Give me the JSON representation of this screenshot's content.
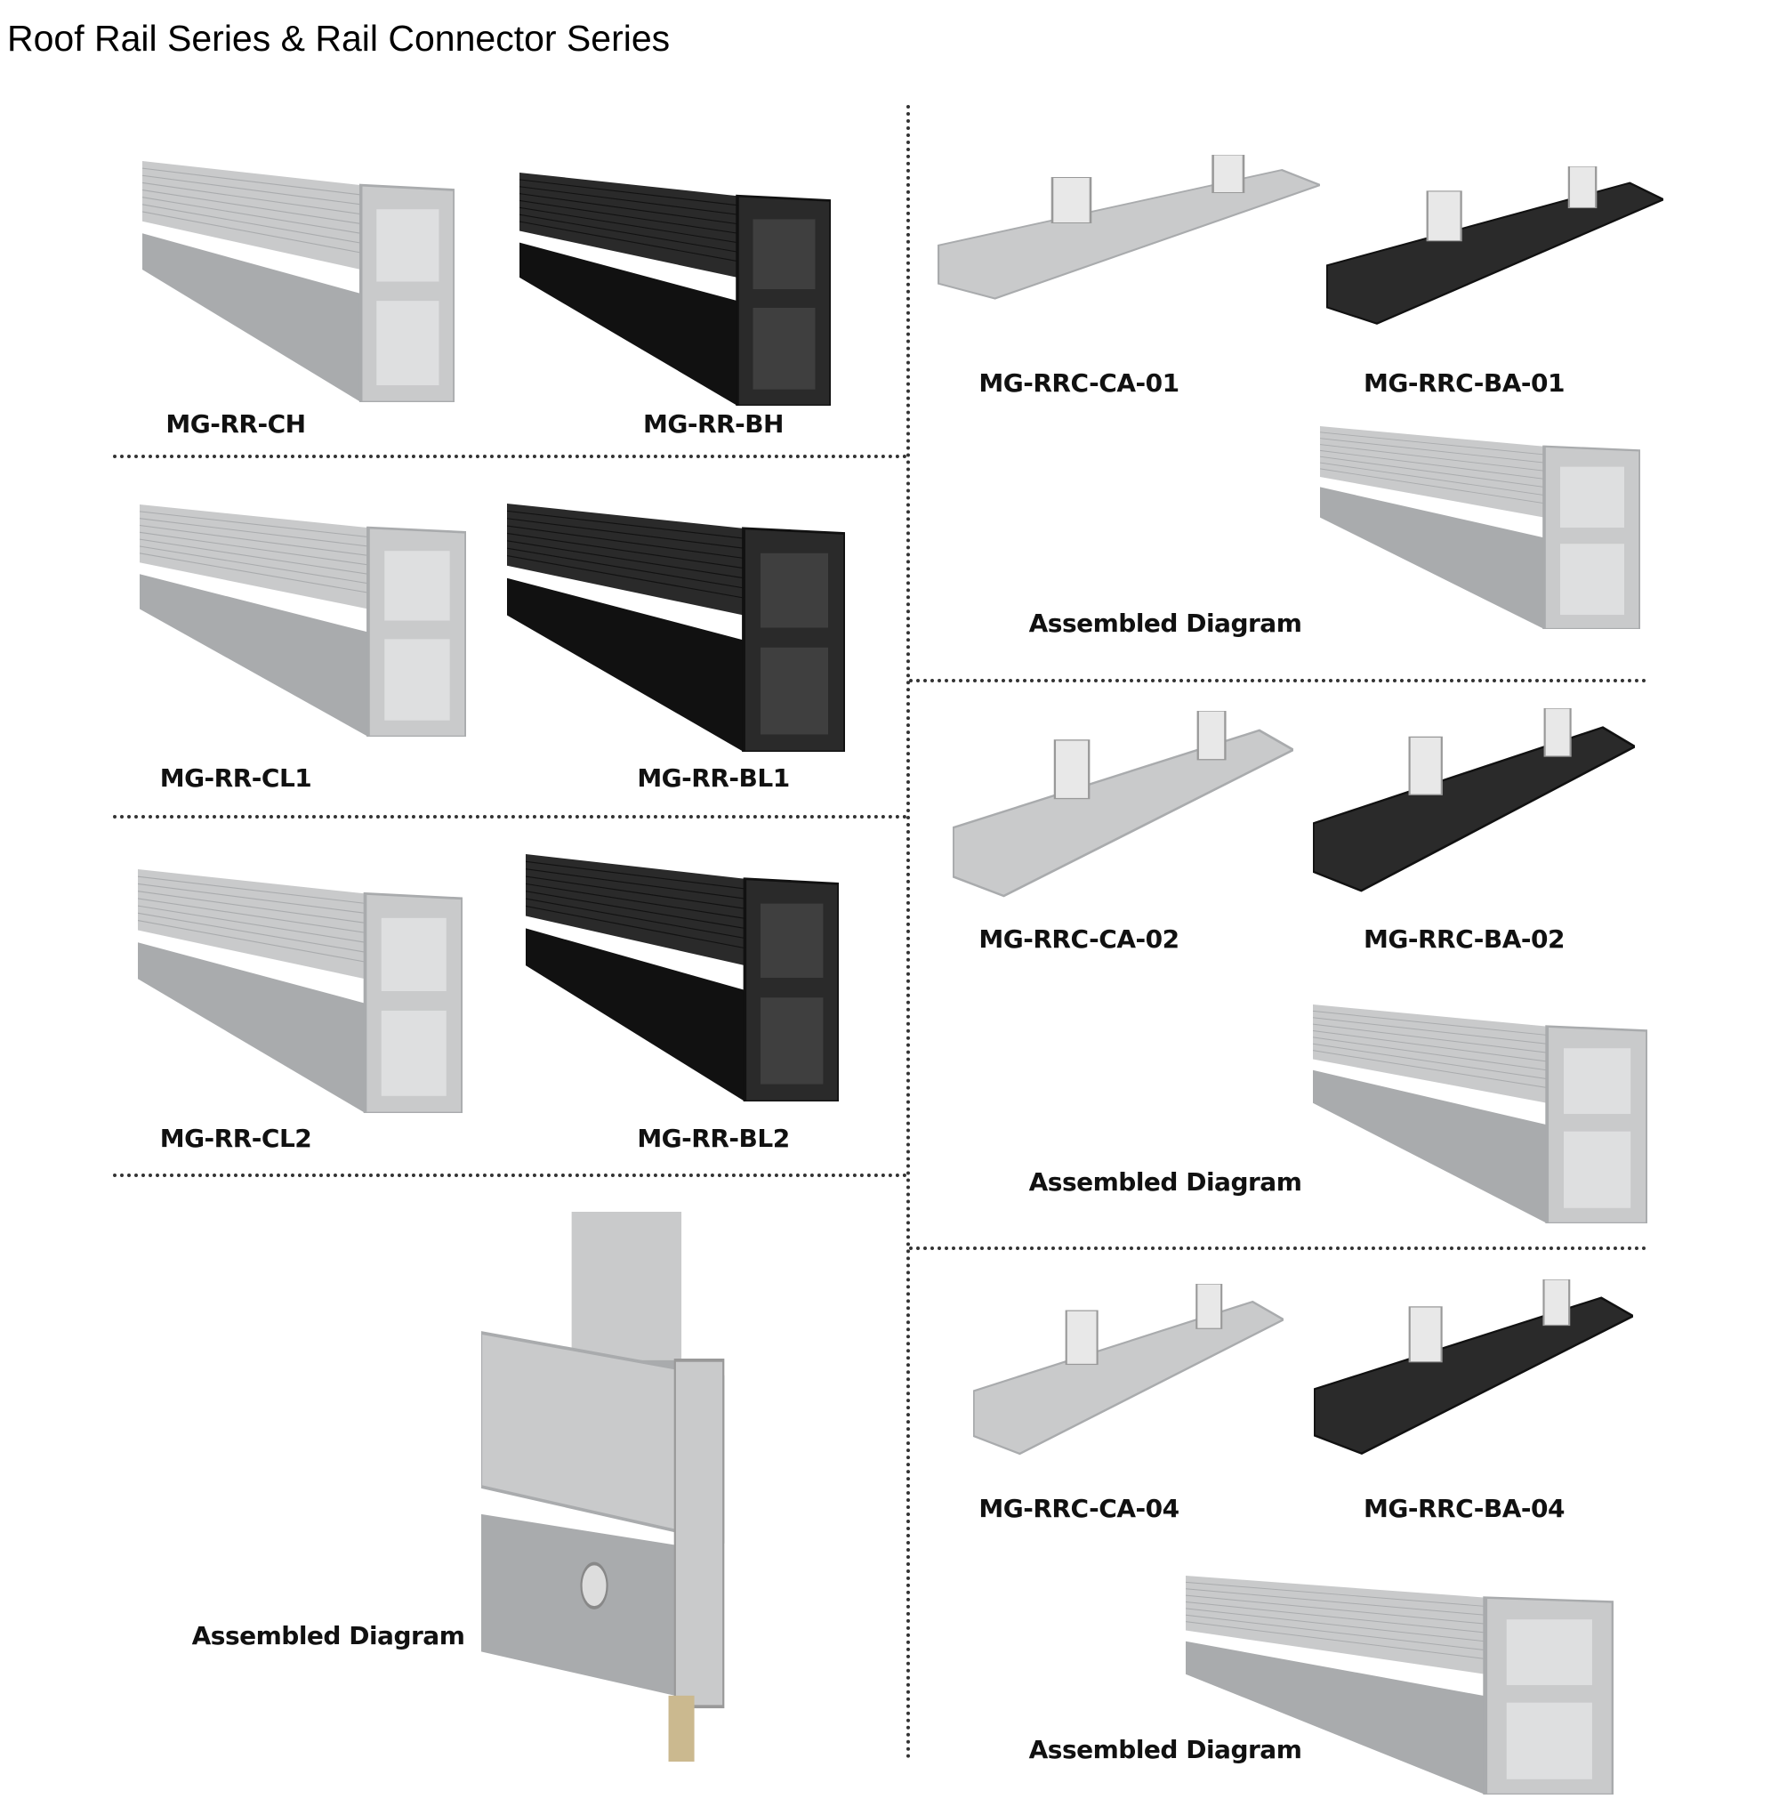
{
  "title": "Roof Rail Series & Rail Connector Series",
  "rails": {
    "ch": "MG-RR-CH",
    "bh": "MG-RR-BH",
    "cl1": "MG-RR-CL1",
    "bl1": "MG-RR-BL1",
    "cl2": "MG-RR-CL2",
    "bl2": "MG-RR-BL2",
    "assembled": "Assembled Diagram"
  },
  "connectors": {
    "ca01": "MG-RRC-CA-01",
    "ba01": "MG-RRC-BA-01",
    "assembled1": "Assembled Diagram",
    "ca02": "MG-RRC-CA-02",
    "ba02": "MG-RRC-BA-02",
    "assembled2": "Assembled Diagram",
    "ca04": "MG-RRC-CA-04",
    "ba04": "MG-RRC-BA-04",
    "assembled3": "Assembled Diagram"
  },
  "colors": {
    "silver": "#c9cacb",
    "silver_dark": "#a9abad",
    "black": "#2a2a2a",
    "black_dark": "#111111"
  }
}
